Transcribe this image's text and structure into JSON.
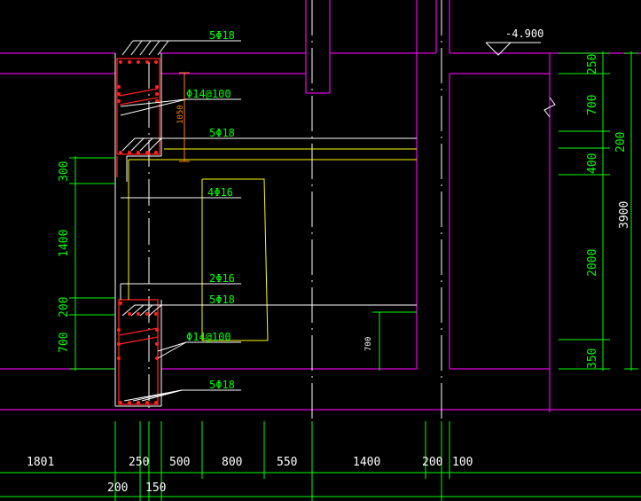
{
  "colors": {
    "background": "#000000",
    "wall": "#e000e0",
    "rebar": "#ff2020",
    "dimension": "#00ff00",
    "annotation": "#ffffff",
    "highlight": "#ffff00",
    "axis": "#ffffff",
    "label_text": "#00ff00",
    "small_dim": "#ff8000"
  },
  "rebar_labels": {
    "top_main": "5Φ18",
    "top_stirrup": "Φ14@100",
    "top_mid_bar": "5Φ18",
    "side_bar": "4Φ16",
    "lower_bar": "2Φ16",
    "lower_main": "5Φ18",
    "bottom_stirrup": "Φ14@100",
    "bottom_main": "5Φ18"
  },
  "elevation": {
    "value": "-4.900"
  },
  "small_dim": {
    "value": "1050"
  },
  "left_dims": [
    "300",
    "1400",
    "200",
    "700"
  ],
  "right_dims": [
    "250",
    "700",
    "400",
    "200",
    "2000",
    "350"
  ],
  "right_total": "3900",
  "inner_dim": "700",
  "bottom_dims": [
    "1801",
    "250",
    "500",
    "800",
    "550",
    "1400",
    "200",
    "100"
  ],
  "bottom_dims_lower": [
    "200",
    "150"
  ]
}
